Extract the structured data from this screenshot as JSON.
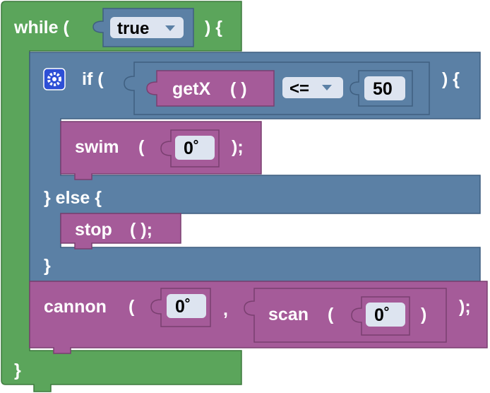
{
  "colors": {
    "loop": "#5ba55b",
    "loop_edge": "#3d7a3d",
    "logic": "#5b80a5",
    "logic_edge": "#3f5f80",
    "procedure": "#a55b99",
    "procedure_edge": "#7a3f70",
    "field_bg": "#dde4f0",
    "field_text": "#000000",
    "gear": "#2d4fd6"
  },
  "while_block": {
    "keyword": "while (",
    "close": ") {",
    "condition_value": "true",
    "end": "}"
  },
  "if_block": {
    "keyword": "if (",
    "close": ") {",
    "else_label": "} else {",
    "end": "}",
    "condition": {
      "function": "getX",
      "call_parens": "(  )",
      "operator": "<=",
      "number": "50"
    },
    "then": {
      "command": "swim",
      "open": "(",
      "arg": "0˚",
      "close": ");"
    },
    "else": {
      "command": "stop",
      "parens": "(  );"
    }
  },
  "cannon_block": {
    "command": "cannon",
    "open": "(",
    "arg1": "0˚",
    "comma": ",",
    "close": ");",
    "scan": {
      "name": "scan",
      "open": "(",
      "arg": "0˚",
      "close": ")"
    }
  },
  "icons": {
    "mutator": "gear-icon",
    "dropdown": "dropdown-arrow-icon"
  }
}
